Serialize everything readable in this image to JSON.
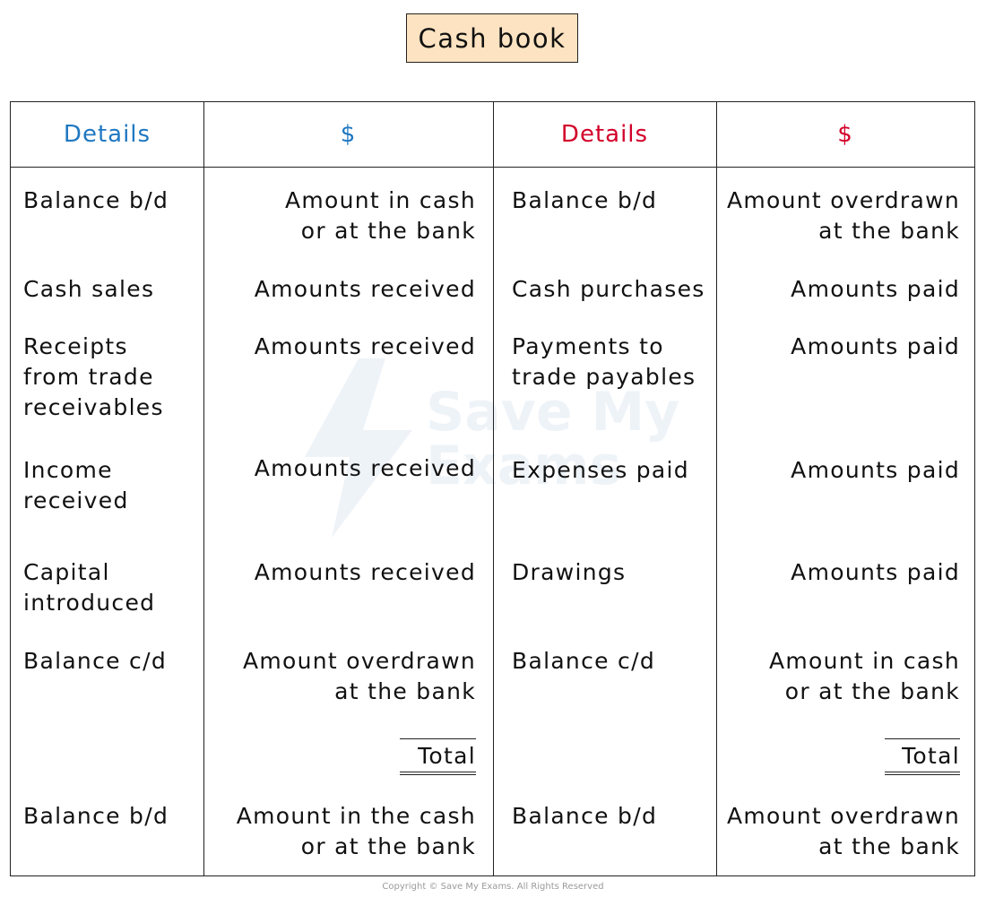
{
  "title": "Cash book",
  "headers": {
    "debit_details": "Details",
    "debit_amount": "$",
    "credit_details": "Details",
    "credit_amount": "$"
  },
  "debit_rows": [
    {
      "details": "Balance b/d",
      "amount": "Amount in cash\nor at the bank"
    },
    {
      "details": "Cash  sales",
      "amount": "Amounts received"
    },
    {
      "details": "Receipts\nfrom trade\nreceivables",
      "amount": "Amounts received"
    },
    {
      "details": "Income\nreceived",
      "amount": "Amounts received"
    },
    {
      "details": "Capital\nintroduced",
      "amount": "Amounts received"
    },
    {
      "details": "Balance c/d",
      "amount": "Amount overdrawn\nat the bank"
    },
    {
      "details": "",
      "amount": "Total"
    },
    {
      "details": "Balance b/d",
      "amount": "Amount in the cash\nor at the bank"
    }
  ],
  "credit_rows": [
    {
      "details": "Balance b/d",
      "amount": "Amount overdrawn\nat the bank"
    },
    {
      "details": "Cash purchases",
      "amount": "Amounts paid"
    },
    {
      "details": "Payments to\ntrade payables",
      "amount": "Amounts paid"
    },
    {
      "details": "Expenses paid",
      "amount": "Amounts paid"
    },
    {
      "details": "Drawings",
      "amount": "Amounts paid"
    },
    {
      "details": "Balance c/d",
      "amount": "Amount in cash\nor at the bank"
    },
    {
      "details": "",
      "amount": "Total"
    },
    {
      "details": "Balance b/d",
      "amount": "Amount overdrawn\nat the bank"
    }
  ],
  "watermark": "Save My\nExams",
  "copyright": "Copyright © Save My Exams. All Rights Reserved",
  "colors": {
    "title_bg": "#fde3c1",
    "debit_header": "#1f78c1",
    "credit_header": "#d3002a",
    "border": "#222222"
  }
}
